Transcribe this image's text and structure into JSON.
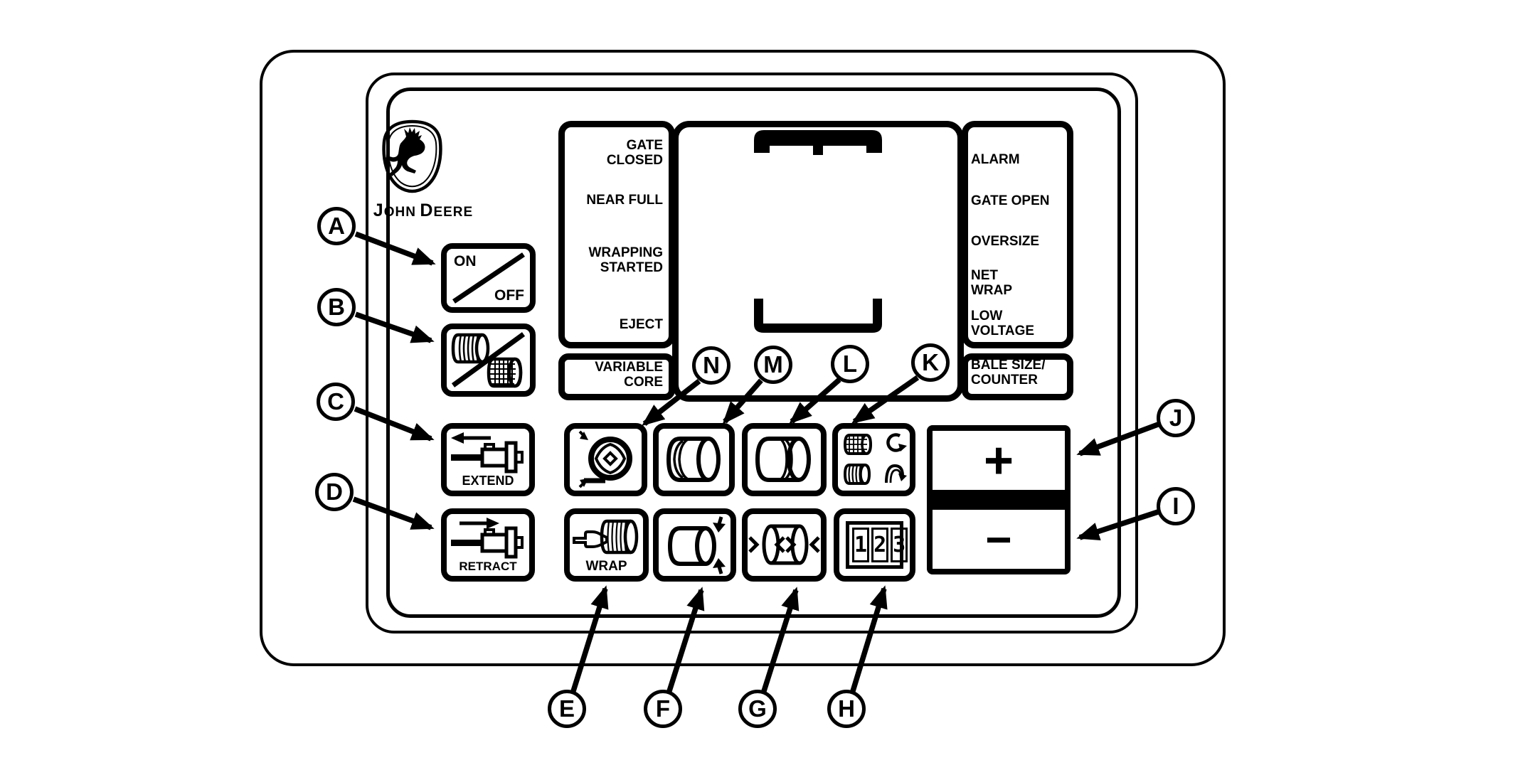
{
  "brand": {
    "word1_initial": "J",
    "word1_rest": "OHN",
    "word2_initial": "D",
    "word2_rest": "EERE"
  },
  "status_panel_left": {
    "labels": [
      "GATE\nCLOSED",
      "NEAR FULL",
      "WRAPPING\nSTARTED",
      "EJECT"
    ],
    "section2_label": "VARIABLE\nCORE"
  },
  "status_panel_right": {
    "labels": [
      "ALARM",
      "GATE OPEN",
      "OVERSIZE",
      "NET\nWRAP",
      "LOW\nVOLTAGE"
    ],
    "section2_label": "BALE SIZE/\nCOUNTER"
  },
  "buttons": {
    "power": {
      "on": "ON",
      "off": "OFF",
      "icon": "power-on-off-slash"
    },
    "wrap_material": {
      "icon": "twine-roll-slash-net-roll"
    },
    "extend": {
      "label": "EXTEND",
      "icon": "actuator-left-arrow"
    },
    "retract": {
      "label": "RETRACT",
      "icon": "actuator-right-arrow"
    },
    "variable_core": {
      "icon": "bale-core-spiral-arrows"
    },
    "bale_layers_left": {
      "icon": "bale-cylinder-layers-left"
    },
    "bale_layers_right": {
      "icon": "bale-cylinder-layers-right"
    },
    "wrap_count": {
      "icon": "net-roll-twine-roll-rotation-arrows"
    },
    "wrap_start": {
      "label": "WRAP",
      "icon": "hand-pressing-net-roll"
    },
    "bale_size": {
      "icon": "bale-vertical-compress-arrows"
    },
    "bale_density": {
      "icon": "bale-inward-arrows"
    },
    "counter": {
      "digits": [
        "1",
        "2",
        "3"
      ],
      "icon": "digital-counter-123"
    },
    "increase": {
      "label": "+"
    },
    "decrease": {
      "label": "−"
    }
  },
  "callouts": {
    "a": "A",
    "b": "B",
    "c": "C",
    "d": "D",
    "e": "E",
    "f": "F",
    "g": "G",
    "h": "H",
    "i": "I",
    "j": "J",
    "k": "K",
    "l": "L",
    "m": "M",
    "n": "N"
  }
}
